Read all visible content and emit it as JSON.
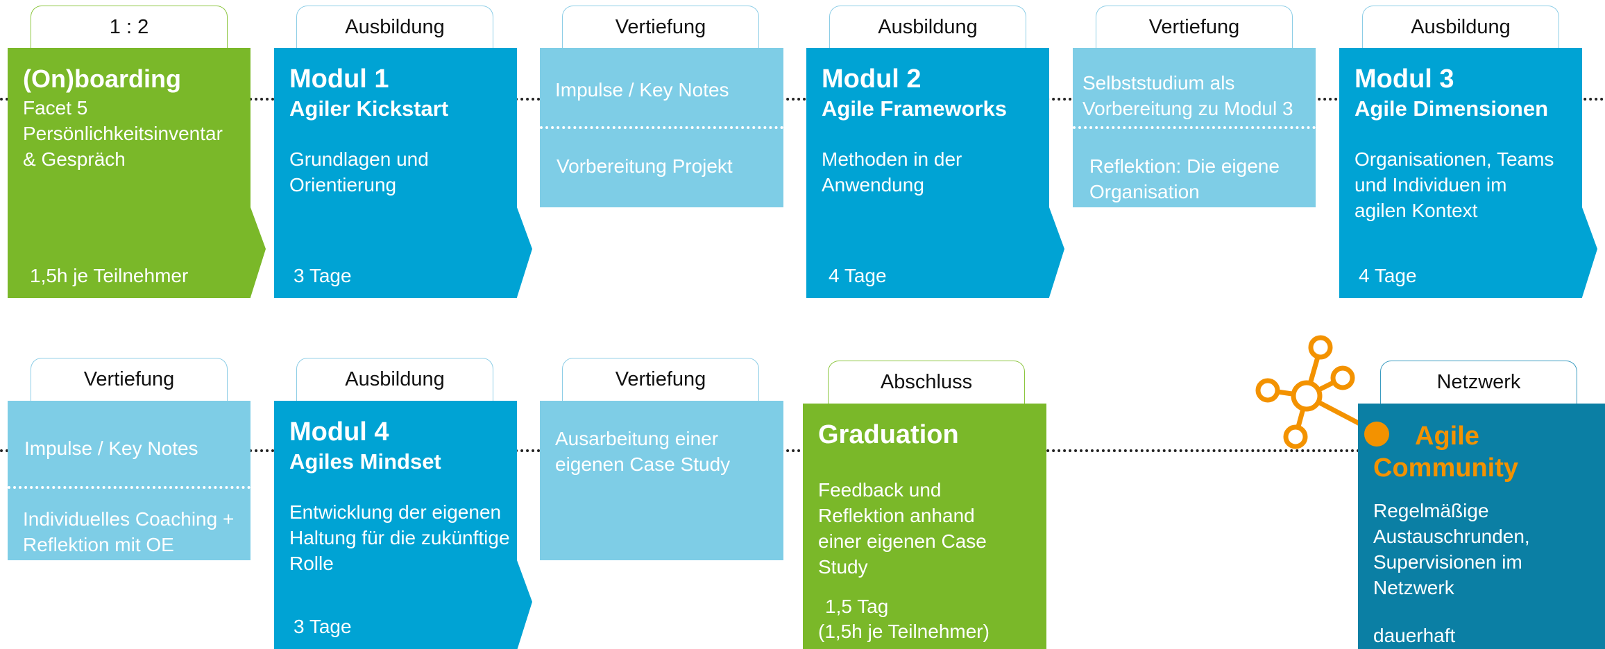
{
  "row1": [
    {
      "tab": "1 : 2",
      "title": "(On)boarding",
      "lines": [
        "Facet 5",
        "Persönlichkeitsinventar",
        "& Gespräch"
      ],
      "foot": "1,5h je Teilnehmer"
    },
    {
      "tab": "Ausbildung",
      "title": "Modul 1",
      "subtitle": "Agiler Kickstart",
      "body": "Grundlagen und Orientierung",
      "foot": "3 Tage"
    },
    {
      "tab": "Vertiefung",
      "top": "Impulse / Key Notes",
      "bottom": "Vorbereitung Projekt"
    },
    {
      "tab": "Ausbildung",
      "title": "Modul 2",
      "subtitle": "Agile Frameworks",
      "body": "Methoden in der Anwendung",
      "foot": "4 Tage"
    },
    {
      "tab": "Vertiefung",
      "top": "Selbststudium als Vorbereitung zu Modul 3",
      "bottom": "Reflektion: Die eigene Organisation"
    },
    {
      "tab": "Ausbildung",
      "title": "Modul 3",
      "subtitle": "Agile Dimensionen",
      "body": "Organisationen, Teams und Individuen im agilen Kontext",
      "foot": "4 Tage"
    }
  ],
  "row2": [
    {
      "tab": "Vertiefung",
      "top": "Impulse / Key Notes",
      "bottom": "Individuelles Coaching + Reflektion mit OE"
    },
    {
      "tab": "Ausbildung",
      "title": "Modul 4",
      "subtitle": "Agiles Mindset",
      "body": "Entwicklung der eigenen Haltung für die zukünftige Rolle",
      "foot": "3 Tage"
    },
    {
      "tab": "Vertiefung",
      "body": "Ausarbeitung einer eigenen Case Study"
    },
    {
      "tab": "Abschluss",
      "title": "Graduation",
      "body": "Feedback und Reflektion anhand einer eigenen Case Study",
      "foot": "1,5 Tag",
      "foot2": "(1,5h je Teilnehmer)"
    },
    {
      "tab": "Netzwerk",
      "title1": "Agile",
      "title2": "Community",
      "body": "Regelmäßige Austauschrunden, Supervisionen im Netzwerk",
      "foot": "dauerhaft"
    }
  ],
  "colors": {
    "green": "#7ab829",
    "blue": "#00a3d4",
    "light": "#7ecde6",
    "teal": "#0b7fa4",
    "orange": "#f39200"
  },
  "icons": {
    "network": "network-icon"
  }
}
